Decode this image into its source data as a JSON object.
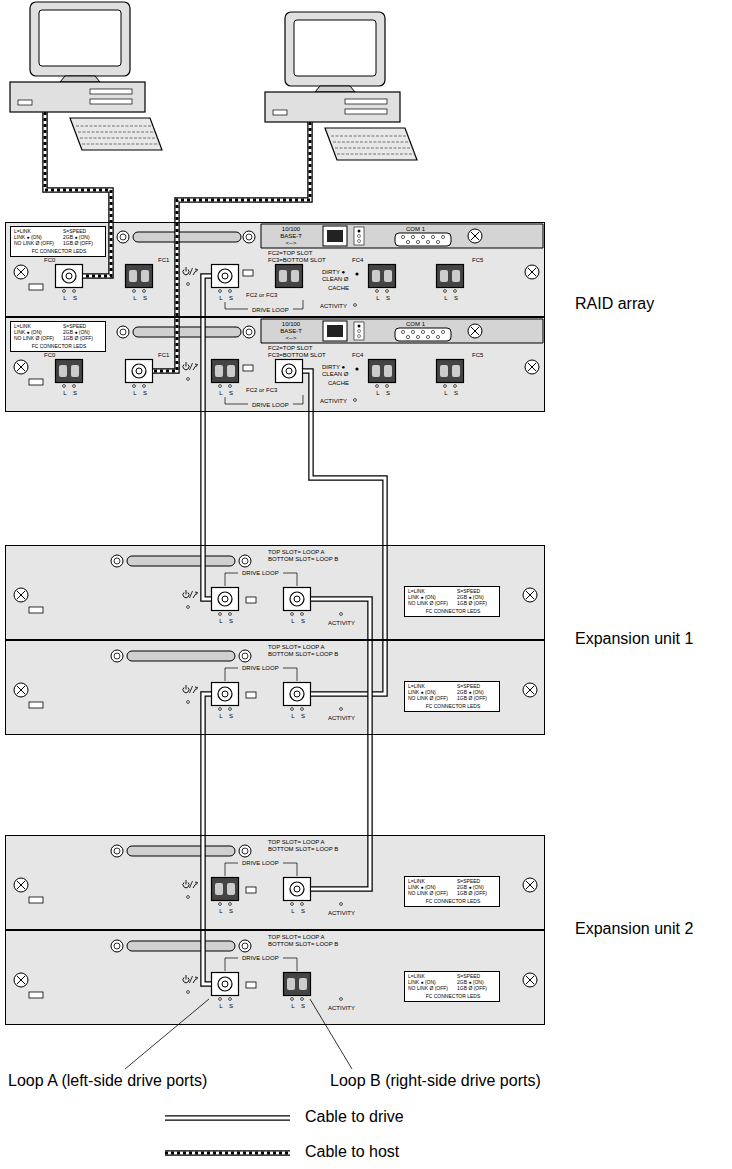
{
  "diagram": {
    "nodes": [
      {
        "text": [
          "RAID array"
        ]
      },
      {
        "text": [
          "FC0",
          "L",
          "S",
          "FC1",
          "L",
          "S",
          "FC2=TOP SLOT",
          "FC3=BOTTOM SLOT",
          "L",
          "S",
          "FC2 or FC3",
          "DRIVE LOOP",
          "10/100 BASE-T",
          "<-->",
          "COM 1",
          "DIRTY ●",
          "CLEAN Ø",
          "CACHE",
          "ACTIVITY",
          "FC4",
          "L",
          "S",
          "FC5",
          "L",
          "S"
        ],
        "in": 0
      },
      {
        "text": [
          "L=LINK",
          "LINK ● (ON)",
          "NO LINK Ø (OFF)",
          "S=SPEED",
          "2GB ● (ON)",
          "1GB Ø (OFF)",
          "FC CONNECTOR LEDS"
        ],
        "in": 1
      },
      {
        "text": [
          "FC0",
          "L",
          "S",
          "FC1",
          "L",
          "S",
          "FC2=TOP SLOT",
          "FC3=BOTTOM SLOT",
          "L",
          "S",
          "FC2 or FC3",
          "DRIVE LOOP",
          "10/100 BASE-T",
          "<-->",
          "COM 1",
          "DIRTY ●",
          "CLEAN Ø",
          "CACHE",
          "ACTIVITY",
          "FC4",
          "L",
          "S",
          "FC5",
          "L",
          "S"
        ],
        "in": 0
      },
      {
        "text": [
          "L=LINK",
          "LINK ● (ON)",
          "NO LINK Ø (OFF)",
          "S=SPEED",
          "2GB ● (ON)",
          "1GB Ø (OFF)",
          "FC CONNECTOR LEDS"
        ],
        "in": 3
      },
      {
        "text": [
          "Expansion unit 1"
        ]
      },
      {
        "text": [
          "TOP SLOT= LOOP A",
          "BOTTOM SLOT= LOOP B",
          "DRIVE LOOP",
          "L",
          "S",
          "L",
          "S",
          "ACTIVITY"
        ],
        "in": 5
      },
      {
        "text": [
          "L=LINK",
          "LINK ● (ON)",
          "NO LINK Ø (OFF)",
          "S=SPEED",
          "2GB ● (ON)",
          "1GB Ø (OFF)",
          "FC CONNECTOR LEDS"
        ],
        "in": 6
      },
      {
        "text": [
          "TOP SLOT= LOOP A",
          "BOTTOM SLOT= LOOP B",
          "DRIVE LOOP",
          "L",
          "S",
          "L",
          "S",
          "ACTIVITY"
        ],
        "in": 5
      },
      {
        "text": [
          "L=LINK",
          "LINK ● (ON)",
          "NO LINK Ø (OFF)",
          "S=SPEED",
          "2GB ● (ON)",
          "1GB Ø (OFF)",
          "FC CONNECTOR LEDS"
        ],
        "in": 8
      },
      {
        "text": [
          "Expansion unit 2"
        ]
      },
      {
        "text": [
          "TOP SLOT= LOOP A",
          "BOTTOM SLOT= LOOP B",
          "DRIVE LOOP",
          "L",
          "S",
          "L",
          "S",
          "ACTIVITY"
        ],
        "in": 10
      },
      {
        "text": [
          "L=LINK",
          "LINK ● (ON)",
          "NO LINK Ø (OFF)",
          "S=SPEED",
          "2GB ● (ON)",
          "1GB Ø (OFF)",
          "FC CONNECTOR LEDS"
        ],
        "in": 11
      },
      {
        "text": [
          "TOP SLOT= LOOP A",
          "BOTTOM SLOT= LOOP B",
          "DRIVE LOOP",
          "L",
          "S",
          "L",
          "S",
          "ACTIVITY"
        ],
        "in": 10
      },
      {
        "text": [
          "L=LINK",
          "LINK ● (ON)",
          "NO LINK Ø (OFF)",
          "S=SPEED",
          "2GB ● (ON)",
          "1GB Ø (OFF)",
          "FC CONNECTOR LEDS"
        ],
        "in": 13
      }
    ],
    "edges": [
      {
        "from": 1,
        "to": 6,
        "arrow": "none"
      },
      {
        "from": 3,
        "to": 8,
        "arrow": "none"
      },
      {
        "from": 6,
        "to": 11,
        "arrow": "none"
      },
      {
        "from": 8,
        "to": 13,
        "arrow": "none"
      }
    ],
    "labels": [
      "Loop A (left-side drive ports)",
      "Loop B (right-side drive ports)"
    ],
    "legend": [
      {
        "text": "Cable to drive"
      },
      {
        "text": "Cable to host"
      }
    ]
  }
}
